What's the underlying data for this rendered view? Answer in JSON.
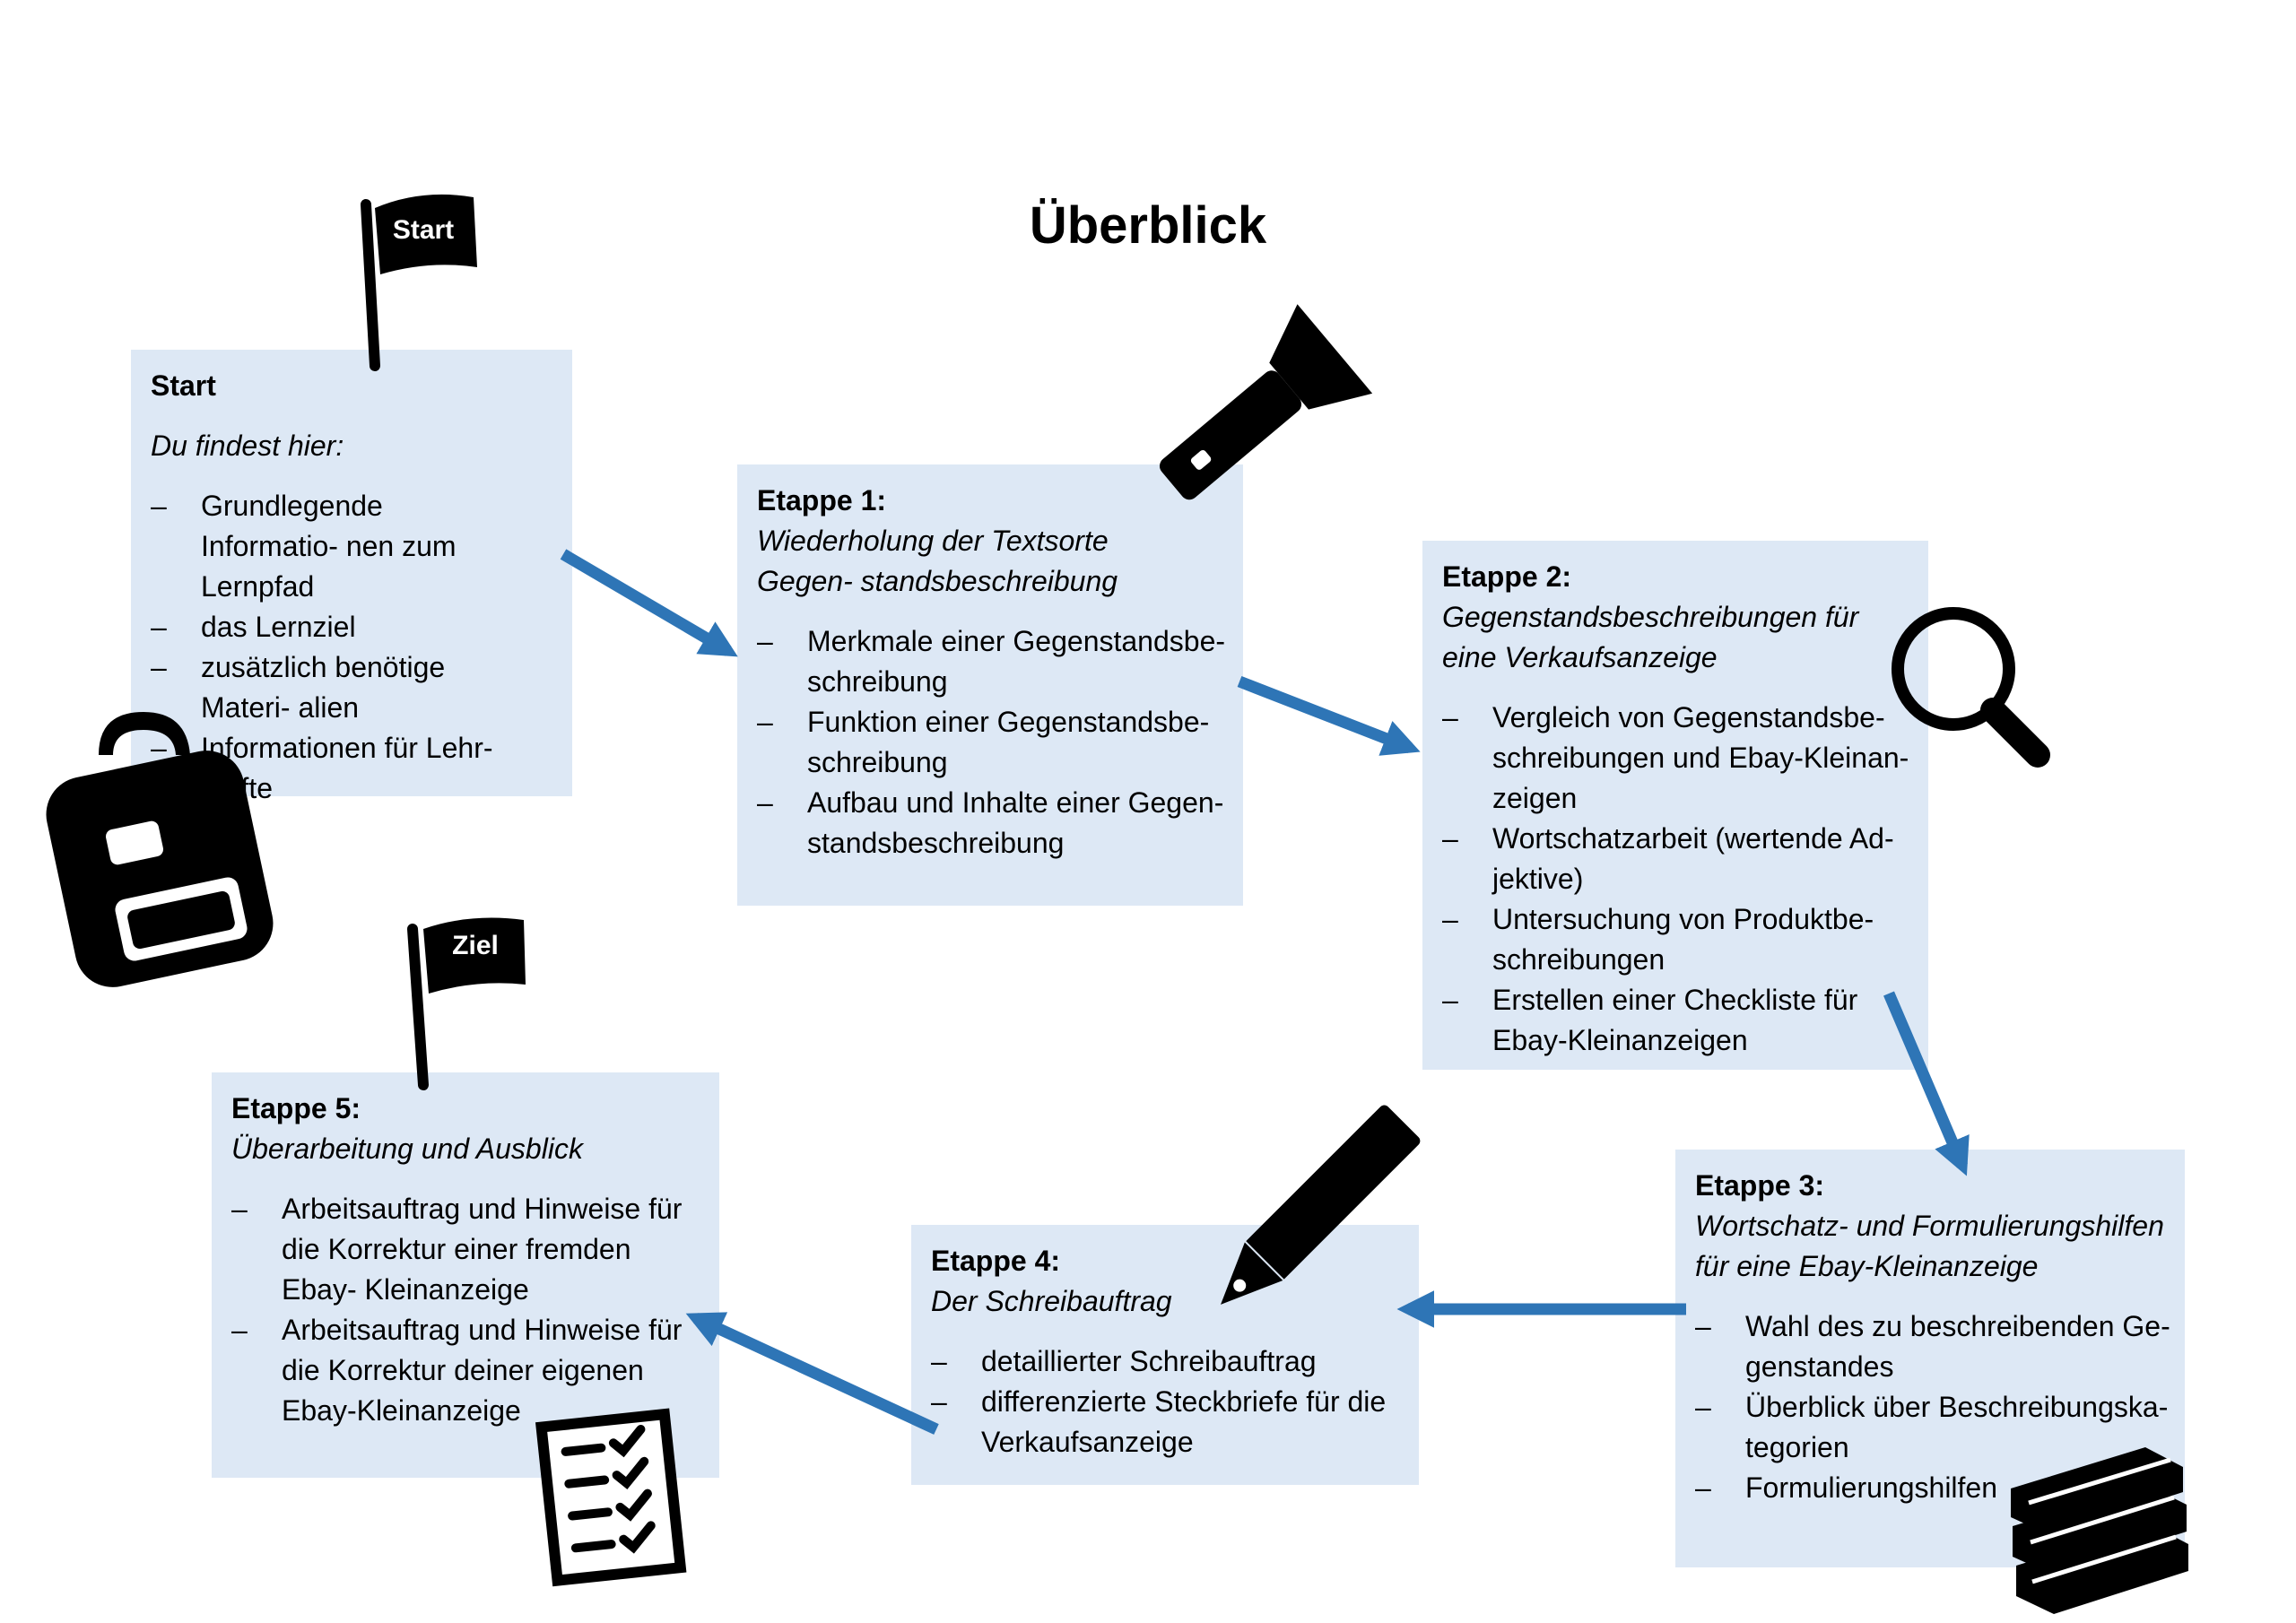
{
  "title": "Überblick",
  "flags": {
    "start_label": "Start",
    "ziel_label": "Ziel"
  },
  "arrow_color": "#2e75b6",
  "box_color": "#dde8f5",
  "boxes": {
    "start": {
      "heading": "Start",
      "subheading": "Du findest hier:",
      "items": [
        "Grundlegende Informatio- nen zum Lernpfad",
        "das Lernziel",
        "zusätzlich benötige Materi- alien",
        "Informationen für Lehr- kräfte"
      ]
    },
    "etappe1": {
      "heading": "Etappe 1:",
      "subheading": "Wiederholung der Textsorte Gegen- standsbeschreibung",
      "items": [
        "Merkmale einer Gegenstandsbe- schreibung",
        "Funktion einer Gegenstandsbe- schreibung",
        "Aufbau und Inhalte einer Gegen- standsbeschreibung"
      ]
    },
    "etappe2": {
      "heading": "Etappe 2:",
      "subheading": "Gegenstandsbeschreibungen für eine Verkaufsanzeige",
      "items": [
        "Vergleich von Gegenstandsbe- schreibungen und Ebay-Kleinan- zeigen",
        "Wortschatzarbeit (wertende Ad- jektive)",
        "Untersuchung von Produktbe- schreibungen",
        "Erstellen einer Checkliste für Ebay-Kleinanzeigen"
      ]
    },
    "etappe3": {
      "heading": "Etappe 3:",
      "subheading": "Wortschatz- und Formulierungshilfen für eine Ebay-Kleinanzeige",
      "items": [
        "Wahl des zu beschreibenden Ge- genstandes",
        "Überblick über Beschreibungska- tegorien",
        "Formulierungshilfen"
      ]
    },
    "etappe4": {
      "heading": "Etappe 4:",
      "subheading": "Der Schreibauftrag",
      "items": [
        "detaillierter Schreibauftrag",
        "differenzierte Steckbriefe für die Verkaufsanzeige"
      ]
    },
    "etappe5": {
      "heading": "Etappe 5:",
      "subheading": "Überarbeitung und Ausblick",
      "items": [
        "Arbeitsauftrag und Hinweise für die Korrektur einer fremden Ebay- Kleinanzeige",
        "Arbeitsauftrag und Hinweise für die Korrektur deiner eigenen Ebay-Kleinanzeige"
      ]
    }
  },
  "icons": [
    "flag-icon",
    "backpack-icon",
    "flashlight-icon",
    "magnifier-icon",
    "books-icon",
    "pencil-icon",
    "checklist-icon"
  ]
}
